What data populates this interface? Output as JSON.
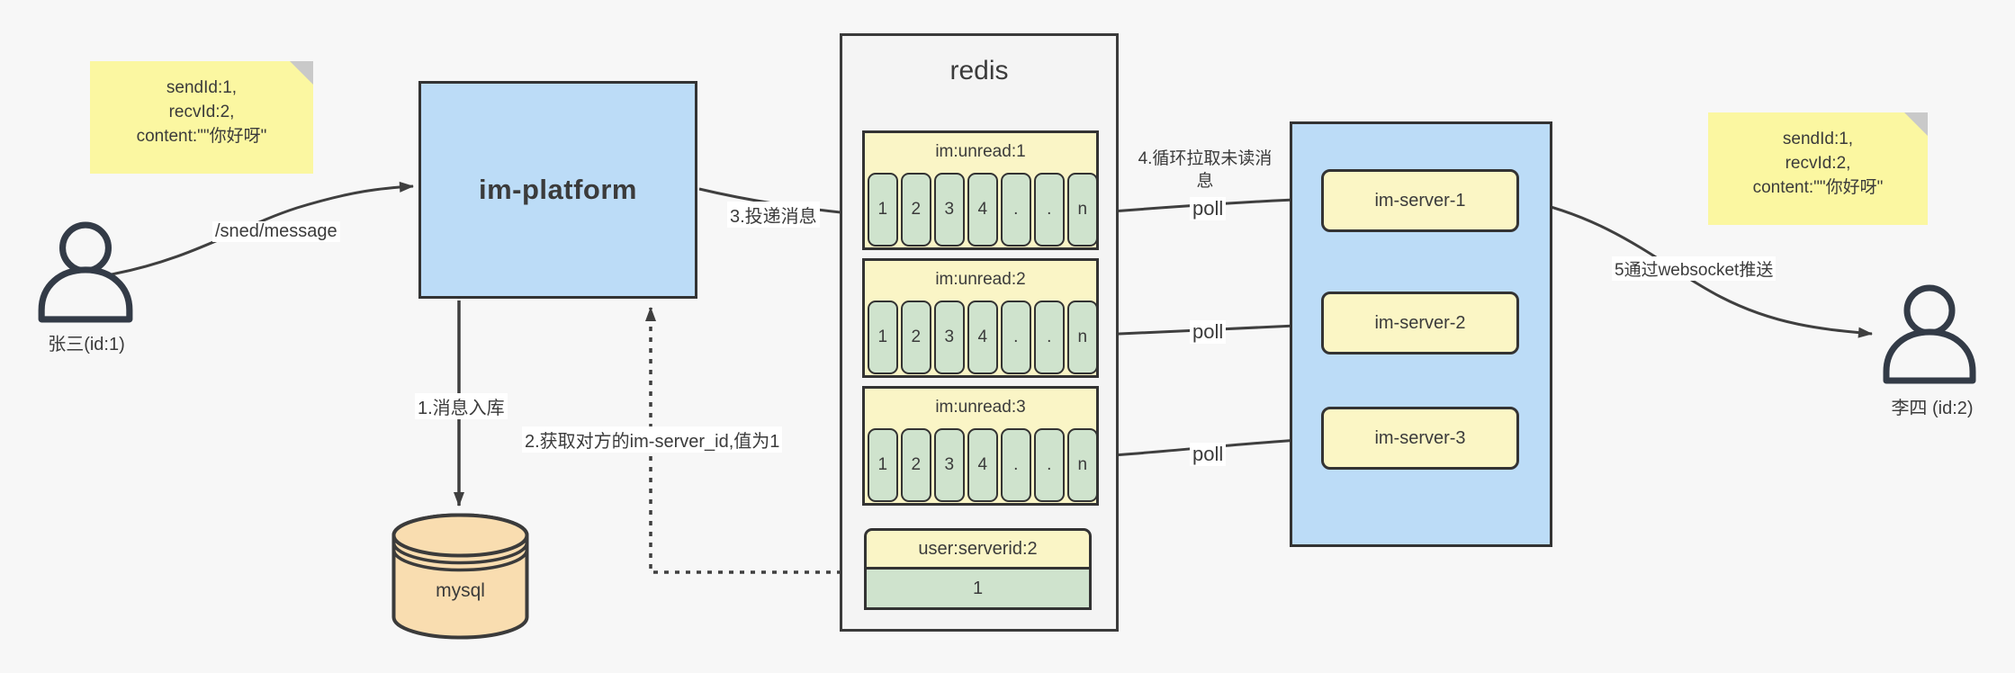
{
  "notes": {
    "left": {
      "lines": "sendId:1,\nrecvId:2,\ncontent:\"\"你好呀\""
    },
    "right": {
      "lines": "sendId:1,\nrecvId:2,\ncontent:\"\"你好呀\""
    }
  },
  "actors": {
    "sender": {
      "label": "张三(id:1)"
    },
    "receiver": {
      "label": "李四 (id:2)"
    }
  },
  "platform": {
    "label": "im-platform"
  },
  "database": {
    "label": "mysql"
  },
  "redis": {
    "title": "redis",
    "queues": [
      {
        "title": "im:unread:1",
        "cells": [
          "1",
          "2",
          "3",
          "4",
          ".",
          ".",
          "n"
        ]
      },
      {
        "title": "im:unread:2",
        "cells": [
          "1",
          "2",
          "3",
          "4",
          ".",
          ".",
          "n"
        ]
      },
      {
        "title": "im:unread:3",
        "cells": [
          "1",
          "2",
          "3",
          "4",
          ".",
          ".",
          "n"
        ]
      }
    ],
    "kv": {
      "title": "user:serverid:2",
      "value": "1"
    }
  },
  "servers": {
    "items": [
      {
        "label": "im-server-1"
      },
      {
        "label": "im-server-2"
      },
      {
        "label": "im-server-3"
      }
    ]
  },
  "edges": {
    "send": "/sned/message",
    "step1": "1.消息入库",
    "step2": "2.获取对方的im-server_id,值为1",
    "step3": "3.投递消息",
    "step4": "4.循环拉取未读消息",
    "step5": "5通过websocket推送",
    "poll": "poll"
  },
  "colors": {
    "node_blue": "#bcdcf7",
    "note_yellow": "#fbf7a1",
    "pale_yellow": "#faf5c6",
    "cell_green": "#cfe3cd",
    "db_tan": "#f9ddb0",
    "container_gray": "#f4f4f4",
    "stroke_dark": "#3a3a3a"
  }
}
